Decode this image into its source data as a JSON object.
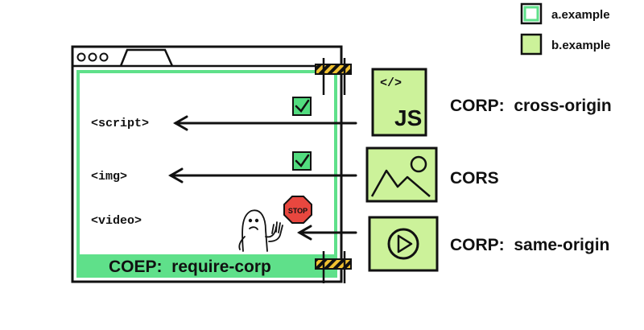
{
  "legend": [
    {
      "label": "a.example",
      "swatch": "outline"
    },
    {
      "label": "b.example",
      "swatch": "filled"
    }
  ],
  "colors": {
    "green_fill": "#ccf29a",
    "green_outline": "#5fe08a",
    "check_fill": "#52dc7f",
    "stop_red": "#e8473f",
    "stripe_yellow": "#f2c231",
    "ink": "#111111"
  },
  "browser": {
    "footer_label": "COEP:  require-corp",
    "elements": [
      {
        "tag": "<script>",
        "status": "allowed",
        "icon": "check-icon"
      },
      {
        "tag": "<img>",
        "status": "allowed",
        "icon": "check-icon"
      },
      {
        "tag": "<video>",
        "status": "blocked",
        "icon": "stop-sign-icon",
        "stop_text": "STOP"
      }
    ]
  },
  "resources": [
    {
      "icon": "javascript-file-icon",
      "badge": "</>",
      "text": "JS",
      "header": "CORP:  cross-origin"
    },
    {
      "icon": "image-icon",
      "header": "CORS"
    },
    {
      "icon": "video-play-icon",
      "header": "CORP:  same-origin"
    }
  ]
}
